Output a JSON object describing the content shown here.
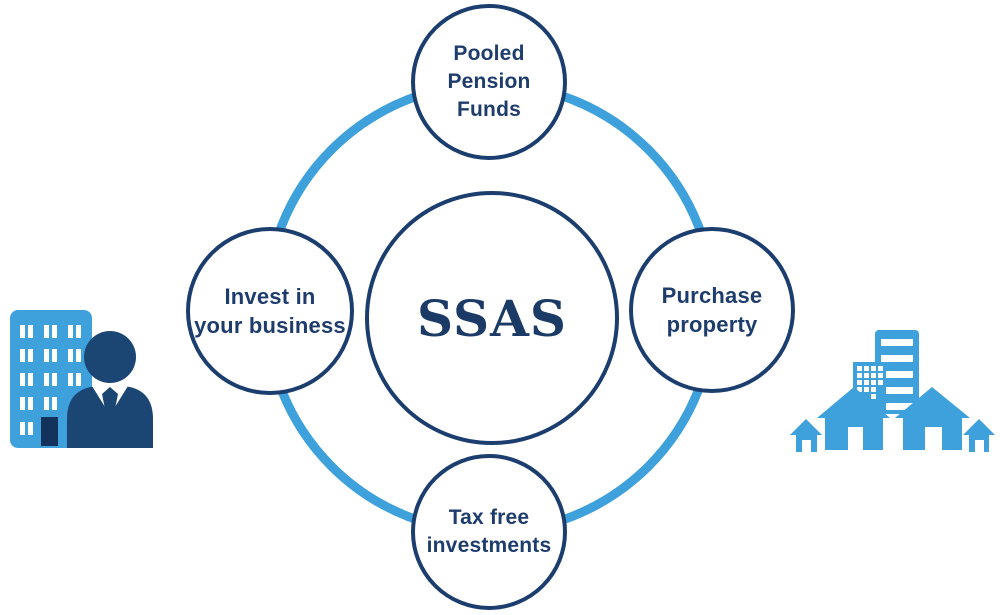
{
  "diagram": {
    "title": "SSAS investment options diagram",
    "center": {
      "label": "SSAS"
    },
    "nodes": {
      "top": {
        "lines": [
          "Pooled",
          "Pension",
          "Funds"
        ]
      },
      "right": {
        "lines": [
          "Purchase",
          "property"
        ]
      },
      "bottom": {
        "lines": [
          "Tax free",
          "investments"
        ]
      },
      "left": {
        "lines": [
          "Invest in",
          "your business"
        ]
      }
    },
    "icons": {
      "left": "company-building-with-owner-icon",
      "right": "property-portfolio-houses-icon"
    },
    "colors": {
      "accent_light_blue": "#3EA1DB",
      "navy_border": "#1B3E6E",
      "text_navy": "#1E3D6D",
      "person_navy": "#1B4673",
      "background": "#FFFFFF"
    }
  }
}
